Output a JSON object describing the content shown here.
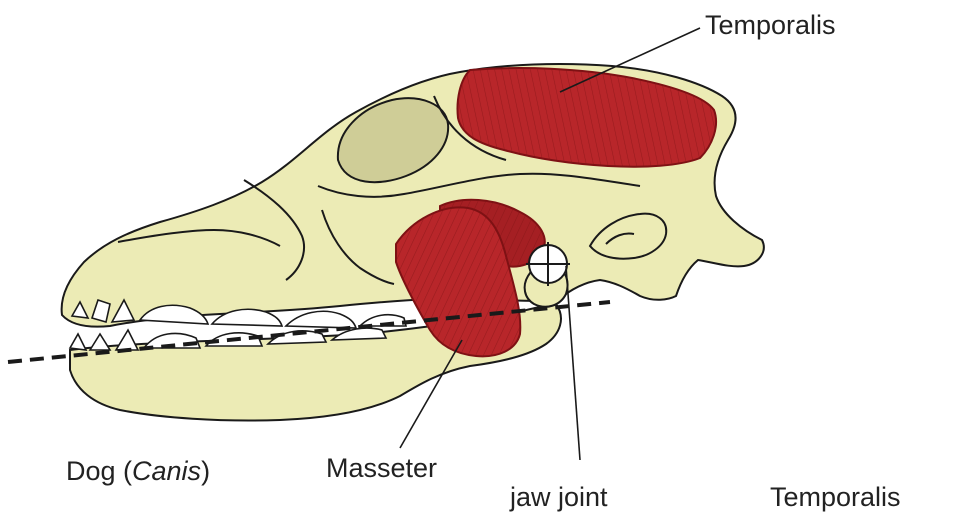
{
  "labels": {
    "temporalis_top": "Temporalis",
    "masseter": "Masseter",
    "jaw_joint": "jaw joint",
    "species_common": "Dog (",
    "species_genus": "Canis",
    "species_close": ")",
    "temporalis_bottom": "Temporalis"
  },
  "colors": {
    "bone": "#ecebb5",
    "bone_shadow": "#cfcd97",
    "muscle": "#b8262a",
    "muscle_dark": "#7e1114",
    "tooth": "#ffffff",
    "outline": "#1a1a1a"
  }
}
